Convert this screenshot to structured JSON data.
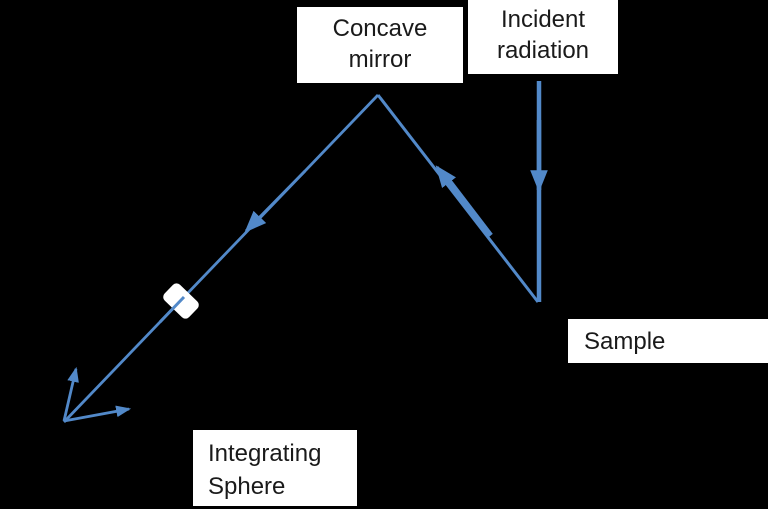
{
  "labels": {
    "concave_mirror": "Concave\nmirror",
    "incident_radiation": "Incident\nradiation",
    "sample": "Sample",
    "integrating_sphere": "Integrating\nSphere"
  },
  "colors": {
    "background": "#000000",
    "ray": "#5289c9",
    "filter": "#ffffff",
    "label_background": "#ffffff",
    "label_text": "#1a1a1a"
  },
  "elements": [
    "incident-ray",
    "sample-to-mirror-ray",
    "mirror-to-sphere-ray",
    "beam-filter-diamond",
    "scatter-arrow-up",
    "scatter-arrow-right"
  ]
}
